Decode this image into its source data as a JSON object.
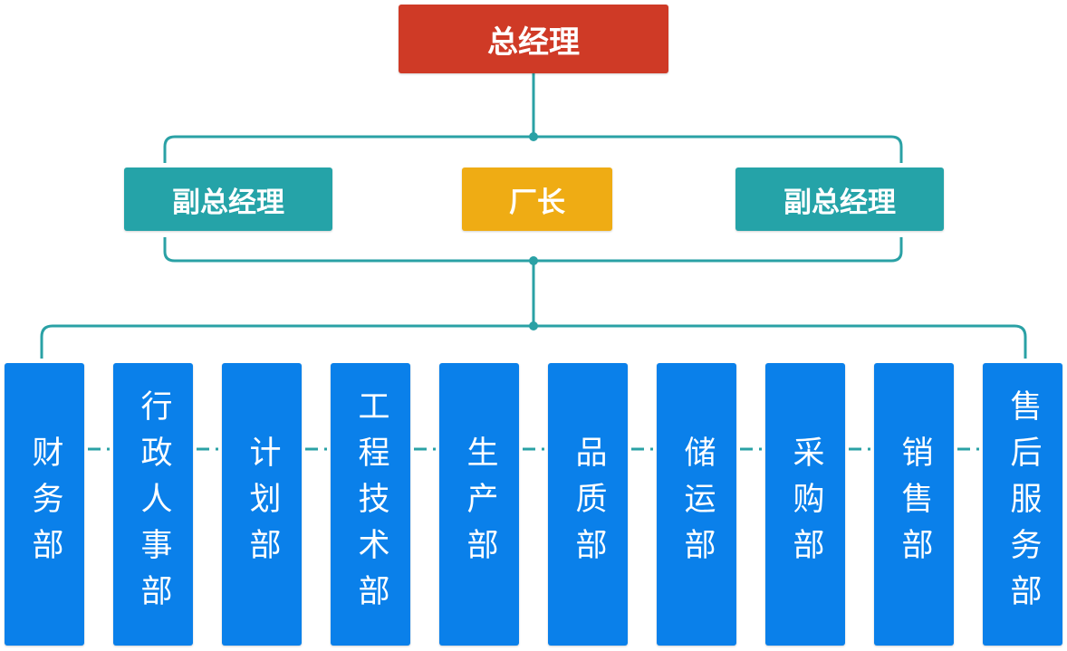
{
  "colors": {
    "connector": "#2aa1a5",
    "general_manager": "#cf3a26",
    "deputy_manager": "#25a3a8",
    "factory_director": "#efac14",
    "department": "#0a80ea"
  },
  "general_manager": {
    "label": "总经理"
  },
  "second_tier": [
    {
      "label": "副总经理",
      "role": "deputy"
    },
    {
      "label": "厂长",
      "role": "director"
    },
    {
      "label": "副总经理",
      "role": "deputy"
    }
  ],
  "departments": [
    {
      "label": "财务部"
    },
    {
      "label": "行政人事部"
    },
    {
      "label": "计划部"
    },
    {
      "label": "工程技术部"
    },
    {
      "label": "生产部"
    },
    {
      "label": "品质部"
    },
    {
      "label": "储运部"
    },
    {
      "label": "采购部"
    },
    {
      "label": "销售部"
    },
    {
      "label": "售后服务部"
    }
  ]
}
